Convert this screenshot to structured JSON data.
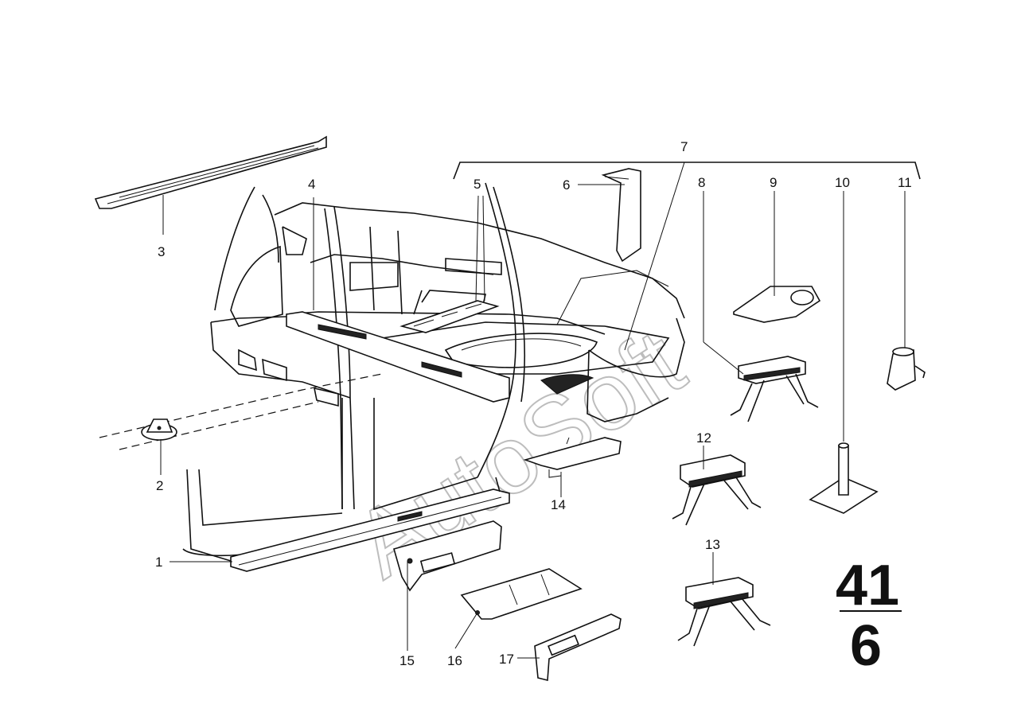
{
  "diagram": {
    "group_number": "41",
    "sub_number": "6",
    "watermark": "AutoSoft",
    "callouts": [
      {
        "id": "1",
        "label": "1"
      },
      {
        "id": "2",
        "label": "2"
      },
      {
        "id": "3",
        "label": "3"
      },
      {
        "id": "4",
        "label": "4"
      },
      {
        "id": "5",
        "label": "5"
      },
      {
        "id": "6",
        "label": "6"
      },
      {
        "id": "7",
        "label": "7"
      },
      {
        "id": "8",
        "label": "8"
      },
      {
        "id": "9",
        "label": "9"
      },
      {
        "id": "10",
        "label": "10"
      },
      {
        "id": "11",
        "label": "11"
      },
      {
        "id": "12",
        "label": "12"
      },
      {
        "id": "13",
        "label": "13"
      },
      {
        "id": "14",
        "label": "14"
      },
      {
        "id": "15",
        "label": "15"
      },
      {
        "id": "16",
        "label": "16"
      },
      {
        "id": "17",
        "label": "17"
      }
    ]
  }
}
